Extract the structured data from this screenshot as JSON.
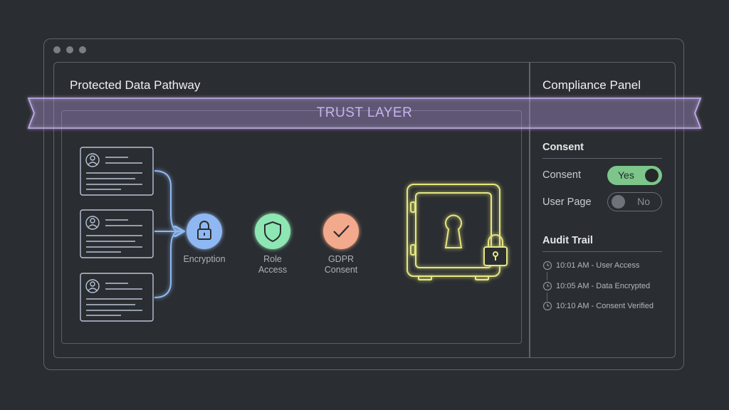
{
  "left_panel": {
    "title": "Protected Data Pathway"
  },
  "right_panel": {
    "title": "Compliance Panel",
    "consent_section": {
      "heading": "Consent",
      "rows": [
        {
          "label": "Consent",
          "toggle": "Yes",
          "state": "on"
        },
        {
          "label": "User Page",
          "toggle": "No",
          "state": "off"
        }
      ]
    },
    "audit_trail": {
      "heading": "Audit Trail",
      "entries": [
        "10:01 AM - User Access",
        "10:05 AM - Data Encrypted",
        "10:10 AM - Consent Verified"
      ]
    }
  },
  "banner": {
    "label": "TRUST LAYER"
  },
  "pipeline": {
    "steps": [
      {
        "label": "Encryption",
        "icon": "lock-icon"
      },
      {
        "label": "Role\nAccess",
        "icon": "shield-icon"
      },
      {
        "label": "GDPR\nConsent",
        "icon": "checkmark-icon"
      }
    ],
    "destination": "vault-icon"
  },
  "colors": {
    "encryption": "#8fb8f2",
    "role_access": "#8ee6b2",
    "gdpr_consent": "#f3a98b",
    "vault": "#e6e77f",
    "trust_layer": "#c8b2ef",
    "toggle_on": "#7dc58b"
  }
}
